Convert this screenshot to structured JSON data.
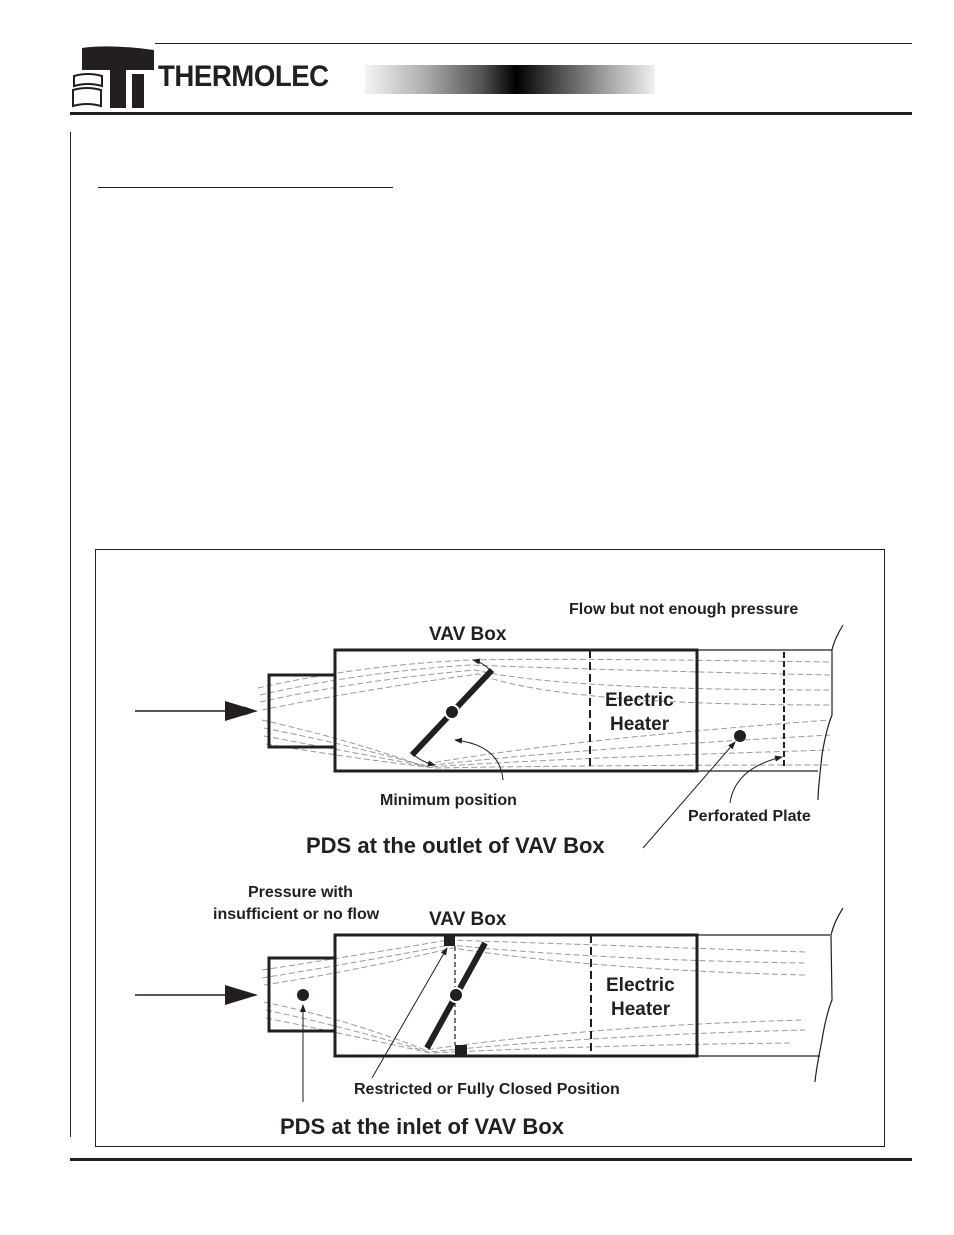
{
  "header": {
    "brand_name": "THERMOLEC",
    "logo_icon": "thermolec-logo-icon"
  },
  "diagram": {
    "top": {
      "box_label": "VAV Box",
      "heater_label_line1": "Electric",
      "heater_label_line2": "Heater",
      "flow_note": "Flow but not enough pressure",
      "damper_note": "Minimum position",
      "plate_note": "Perforated Plate",
      "caption": "PDS at the outlet of VAV Box"
    },
    "bottom": {
      "box_label": "VAV Box",
      "heater_label_line1": "Electric",
      "heater_label_line2": "Heater",
      "pressure_note_line1": "Pressure with",
      "pressure_note_line2": "insufficient or no flow",
      "damper_note": "Restricted or Fully Closed Position",
      "caption": "PDS at the inlet of VAV Box"
    }
  }
}
